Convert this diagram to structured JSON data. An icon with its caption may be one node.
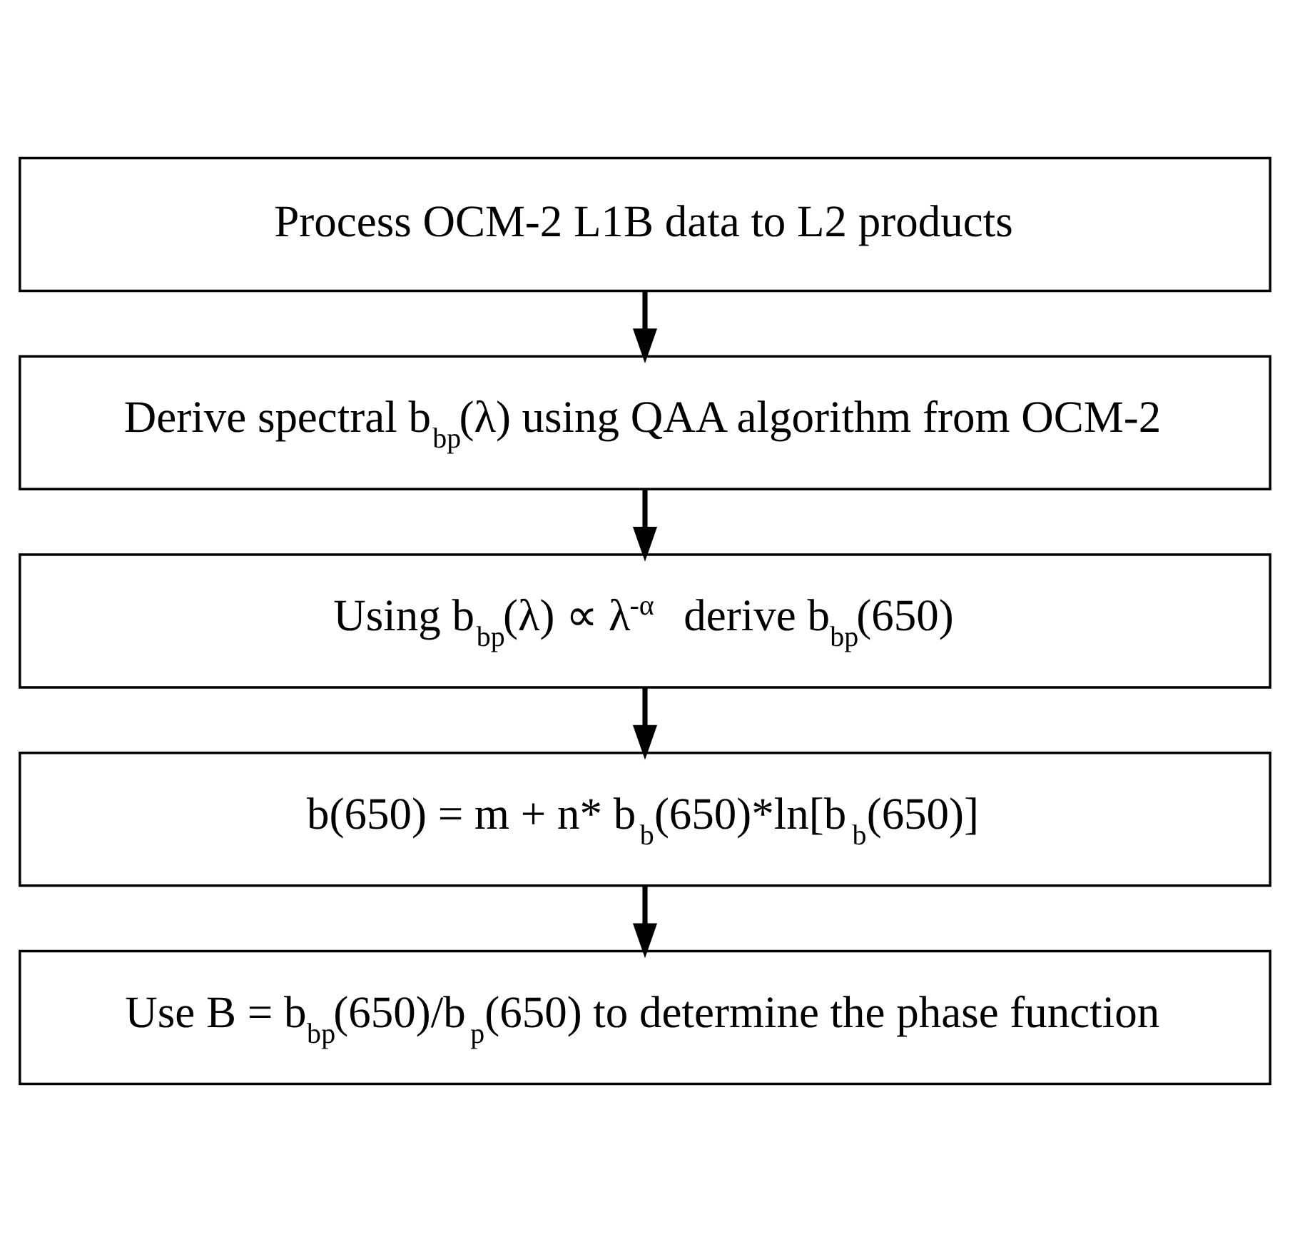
{
  "diagram": {
    "nodes": [
      {
        "text": [
          "Process OCM-2 L1B data to L2 products"
        ]
      },
      {
        "text": [
          "Derive spectral b$_{bp}$(λ) using QAA algorithm from OCM-2"
        ]
      },
      {
        "text": [
          "Using b$_{bp}$(λ) ∝ λ$^{-α}$ derive b$_{bp}$(650)"
        ]
      },
      {
        "text": [
          "b(650) = m + n* b$_{b}$(650)*ln[b$_{b}$(650)]"
        ]
      },
      {
        "text": [
          "Use B = b$_{bp}$(650)/b$_{p}$(650) to determine the phase function"
        ]
      }
    ],
    "edges": [
      {
        "from": 0,
        "to": 1,
        "arrow": "to"
      },
      {
        "from": 1,
        "to": 2,
        "arrow": "to"
      },
      {
        "from": 2,
        "to": 3,
        "arrow": "to"
      },
      {
        "from": 3,
        "to": 4,
        "arrow": "to"
      }
    ]
  }
}
